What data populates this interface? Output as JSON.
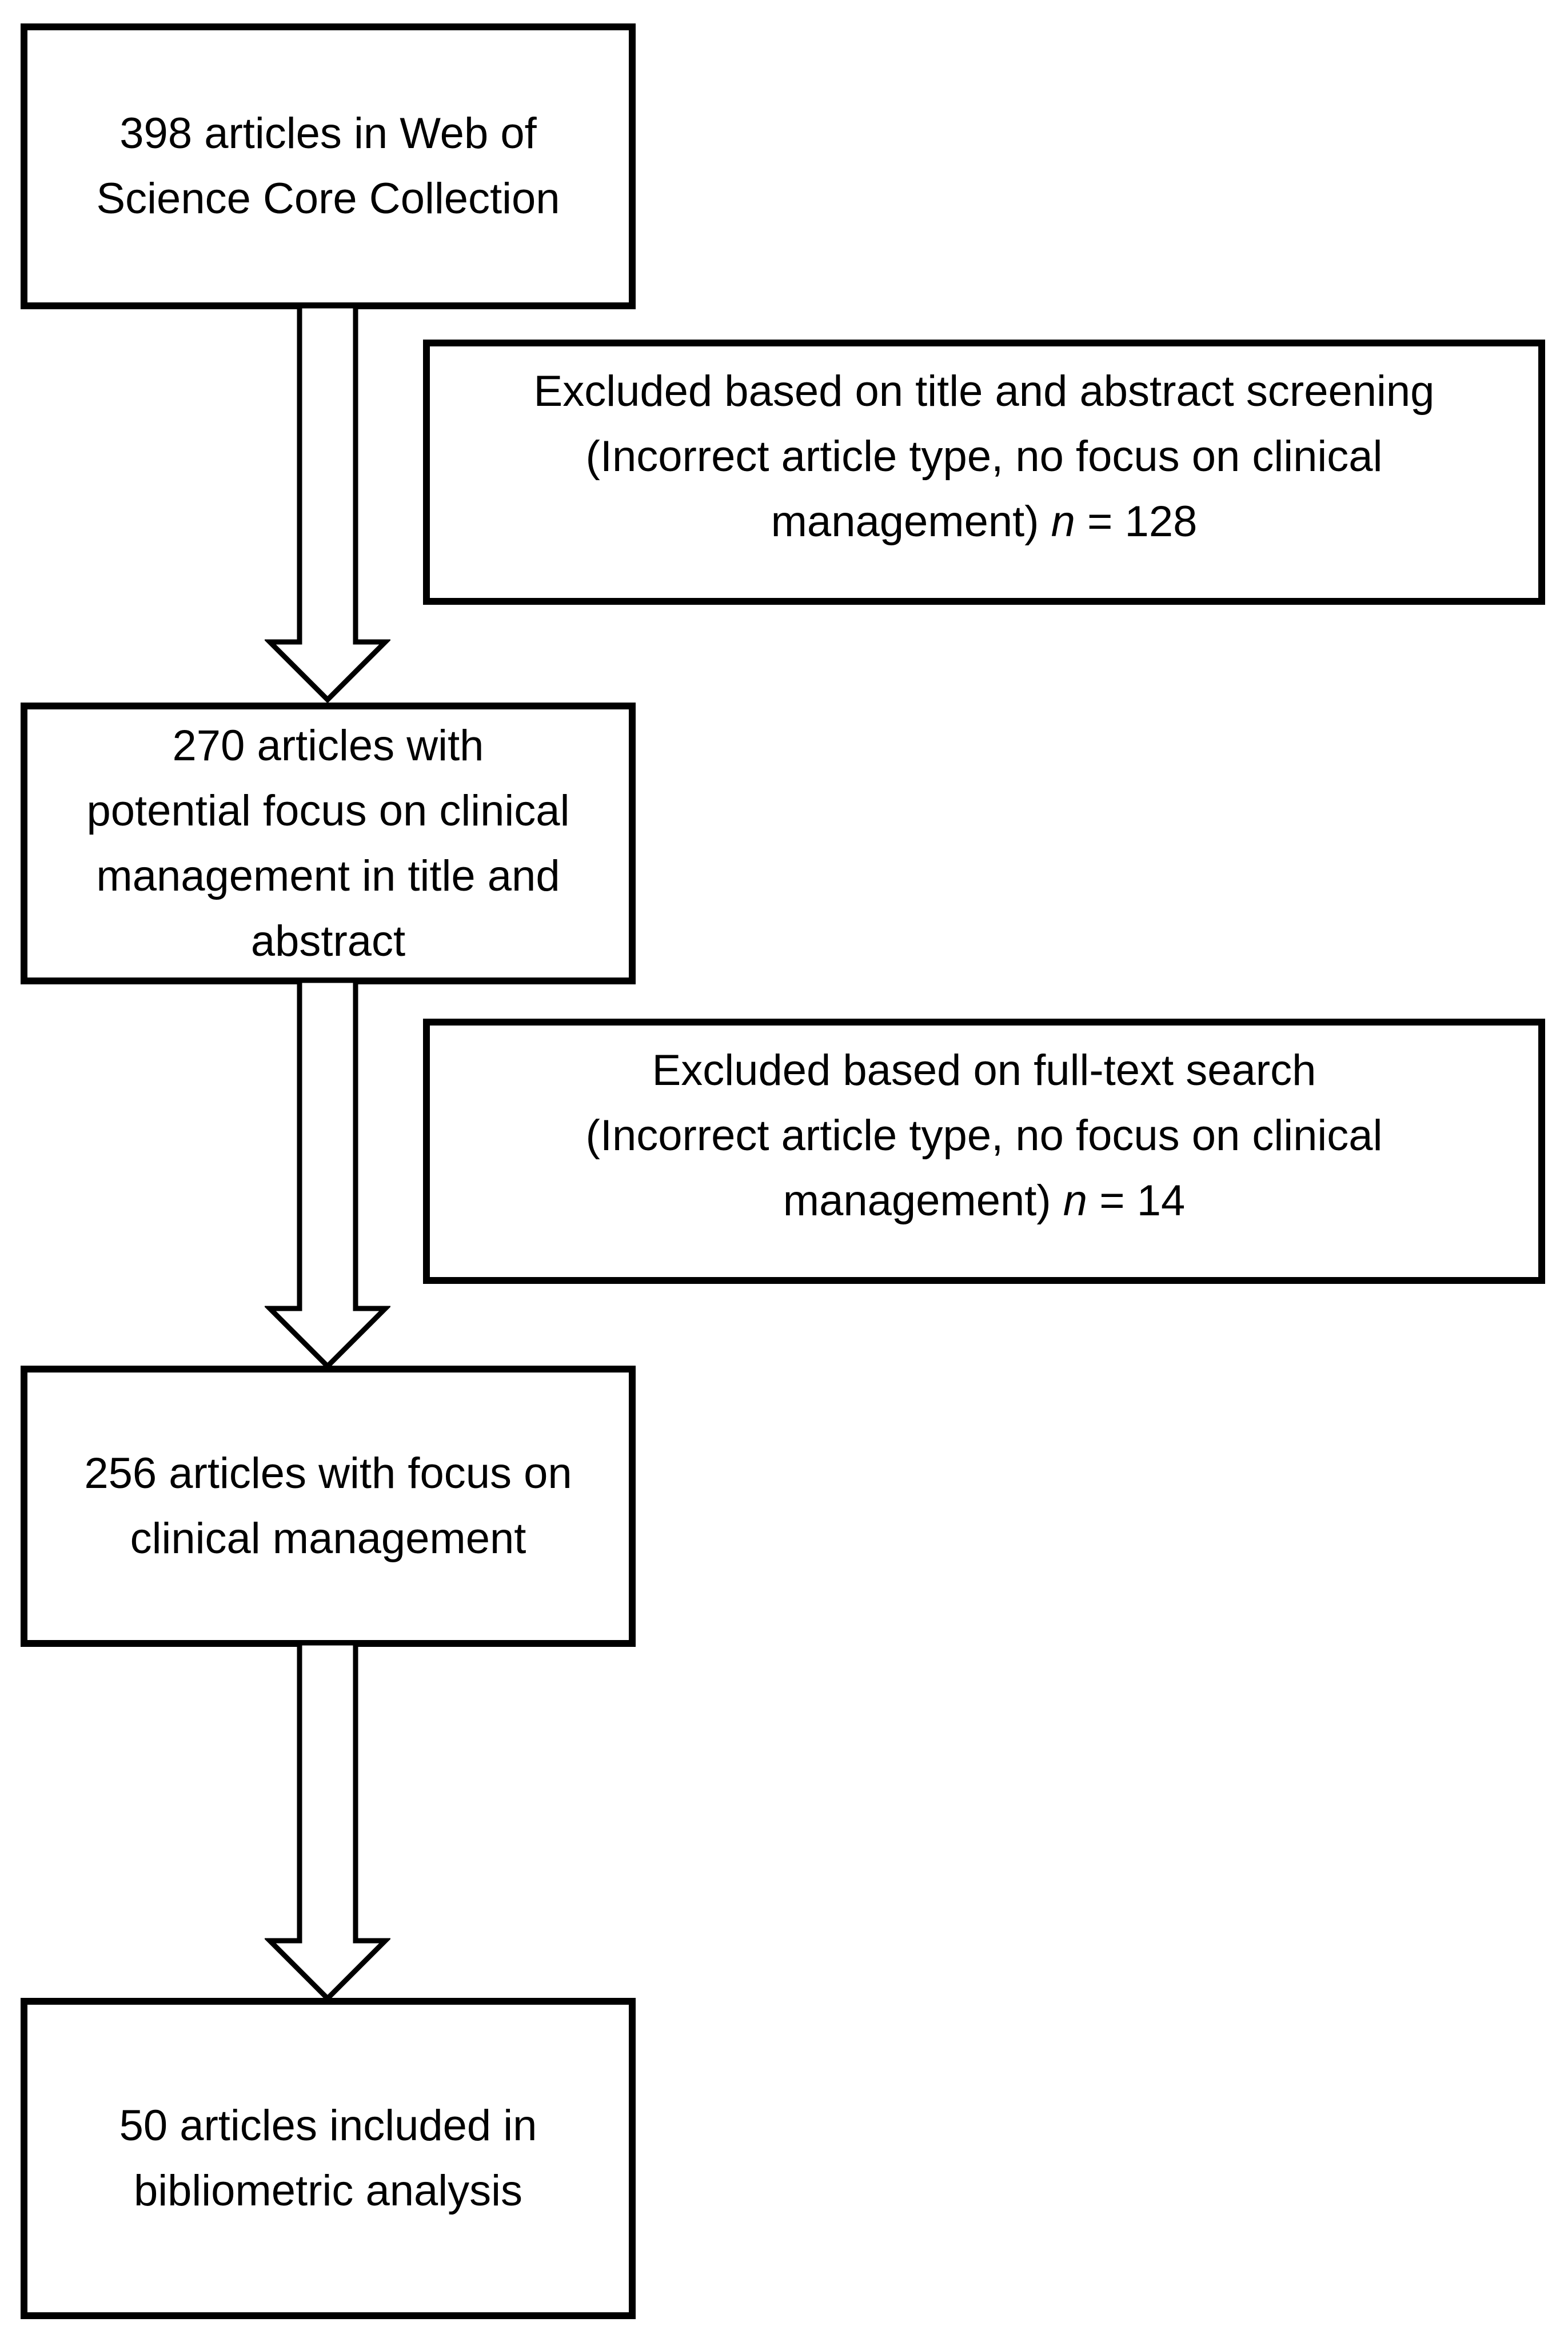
{
  "figure": {
    "type": "flowchart",
    "colors": {
      "border": "#000000",
      "background": "#ffffff",
      "text": "#000000"
    },
    "boxes": {
      "source": {
        "lines": [
          "398 articles in Web of",
          "Science Core Collection"
        ]
      },
      "excluded_title_abstract": {
        "lines": [
          "Excluded based on title and abstract screening",
          "(Incorrect article type, no focus on clinical"
        ],
        "last_line": {
          "prefix": "management) ",
          "variable": "n",
          "value": " = 128"
        }
      },
      "screened": {
        "lines": [
          "270 articles with",
          "potential focus on clinical",
          "management in title and",
          "abstract"
        ]
      },
      "excluded_full_text": {
        "lines": [
          "Excluded based on full-text search",
          "(Incorrect article type, no focus on clinical"
        ],
        "last_line": {
          "prefix": "management) ",
          "variable": "n",
          "value": " = 14"
        }
      },
      "focused": {
        "lines": [
          "256 articles with focus on",
          "clinical management"
        ]
      },
      "included": {
        "lines": [
          "50 articles included in",
          "bibliometric analysis"
        ]
      }
    },
    "counts": {
      "initial": 398,
      "excluded_title_abstract": 128,
      "after_title_abstract": 270,
      "excluded_full_text": 14,
      "after_full_text": 256,
      "included": 50
    }
  }
}
